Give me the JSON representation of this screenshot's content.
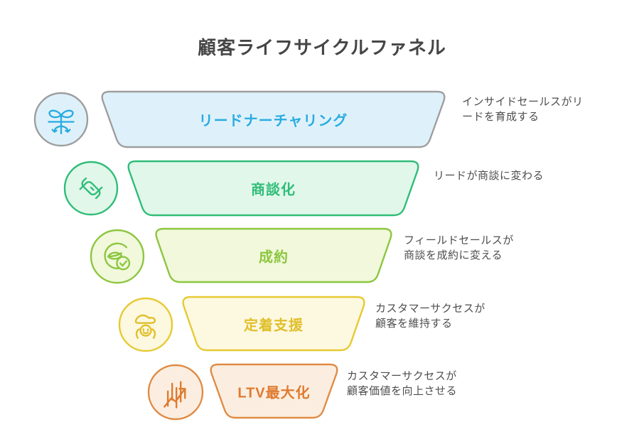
{
  "title": "顧客ライフサイクルファネル",
  "colors": {
    "title_text": "#464646",
    "note_text": "#4d4d4d",
    "background": "#ffffff"
  },
  "rows": [
    {
      "label": "リードナーチャリング",
      "note": "インサイドセールスがリ\nードを育成する",
      "icon": "sprout-roots-icon",
      "colors": {
        "accent": "#29abe2",
        "fill": "#def1fa",
        "border": "#9e9e9e"
      }
    },
    {
      "label": "商談化",
      "note": "リードが商談に変わる",
      "icon": "handshake-icon",
      "colors": {
        "accent": "#2fbd78",
        "fill": "#e1f7ea",
        "border": "#2fbd78"
      }
    },
    {
      "label": "成約",
      "note": "フィールドセールスが\n商談を成約に変える",
      "icon": "deal-check-icon",
      "colors": {
        "accent": "#8cc63f",
        "fill": "#f1f8db",
        "border": "#8cc63f"
      }
    },
    {
      "label": "定着支援",
      "note": "カスタマーサクセスが\n顧客を維持する",
      "icon": "customer-care-icon",
      "colors": {
        "accent": "#e0bf2a",
        "fill": "#fdf8e0",
        "border": "#e6ca33"
      }
    },
    {
      "label": "LTV最大化",
      "note": "カスタマーサクセスが\n顧客価値を向上させる",
      "icon": "growth-chart-icon",
      "colors": {
        "accent": "#e07b2f",
        "fill": "#fbeee1",
        "border": "#e08b44"
      }
    }
  ]
}
